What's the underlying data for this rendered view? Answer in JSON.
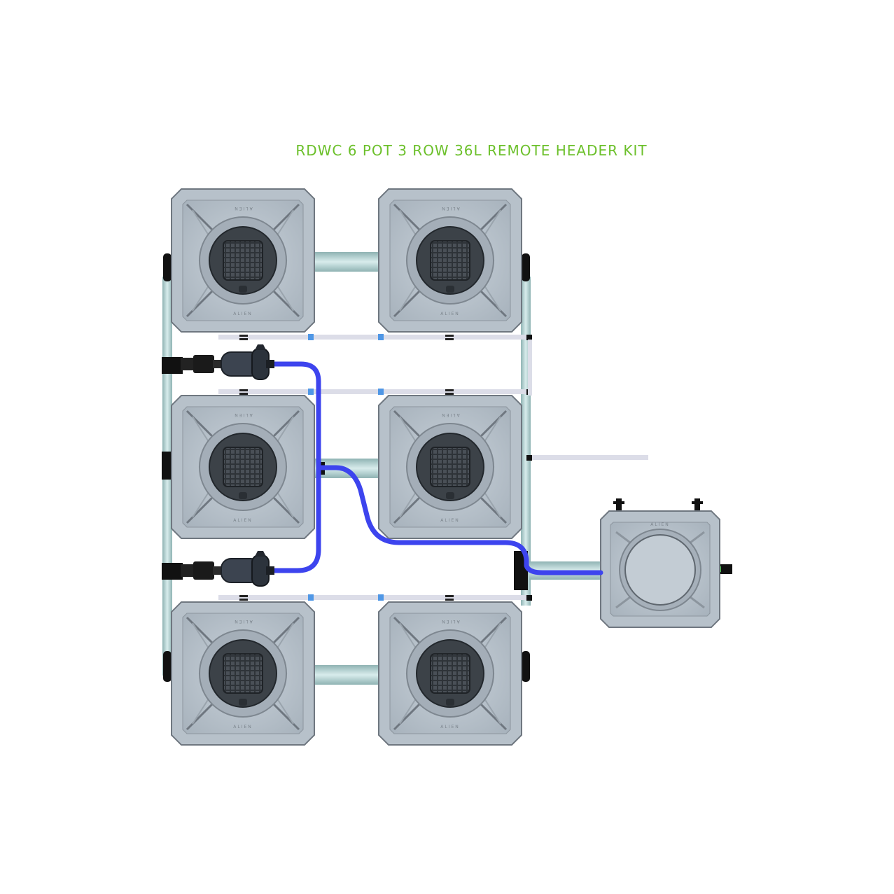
{
  "title": "RDWC 6 POT 3 ROW 36L REMOTE HEADER KIT",
  "brand_mark": "ALIEN",
  "colors": {
    "title": "#6cc02b",
    "pot_body": "#b7c1ca",
    "pot_edge": "#6f7780",
    "net_pot": "#3c4248",
    "hose": "#3d44ee",
    "pipe": "#a9c8c8",
    "fitting": "#111111",
    "white_pipe": "#dcdde8",
    "clip": "#4f97e6"
  },
  "diagram": {
    "pots": [
      {
        "row": 1,
        "col": 1
      },
      {
        "row": 1,
        "col": 2
      },
      {
        "row": 2,
        "col": 1
      },
      {
        "row": 2,
        "col": 2
      },
      {
        "row": 3,
        "col": 1
      },
      {
        "row": 3,
        "col": 2
      }
    ],
    "pumps": [
      {
        "row": 1
      },
      {
        "row": 2
      }
    ],
    "header_tank": {
      "lid": "round-lid"
    }
  }
}
